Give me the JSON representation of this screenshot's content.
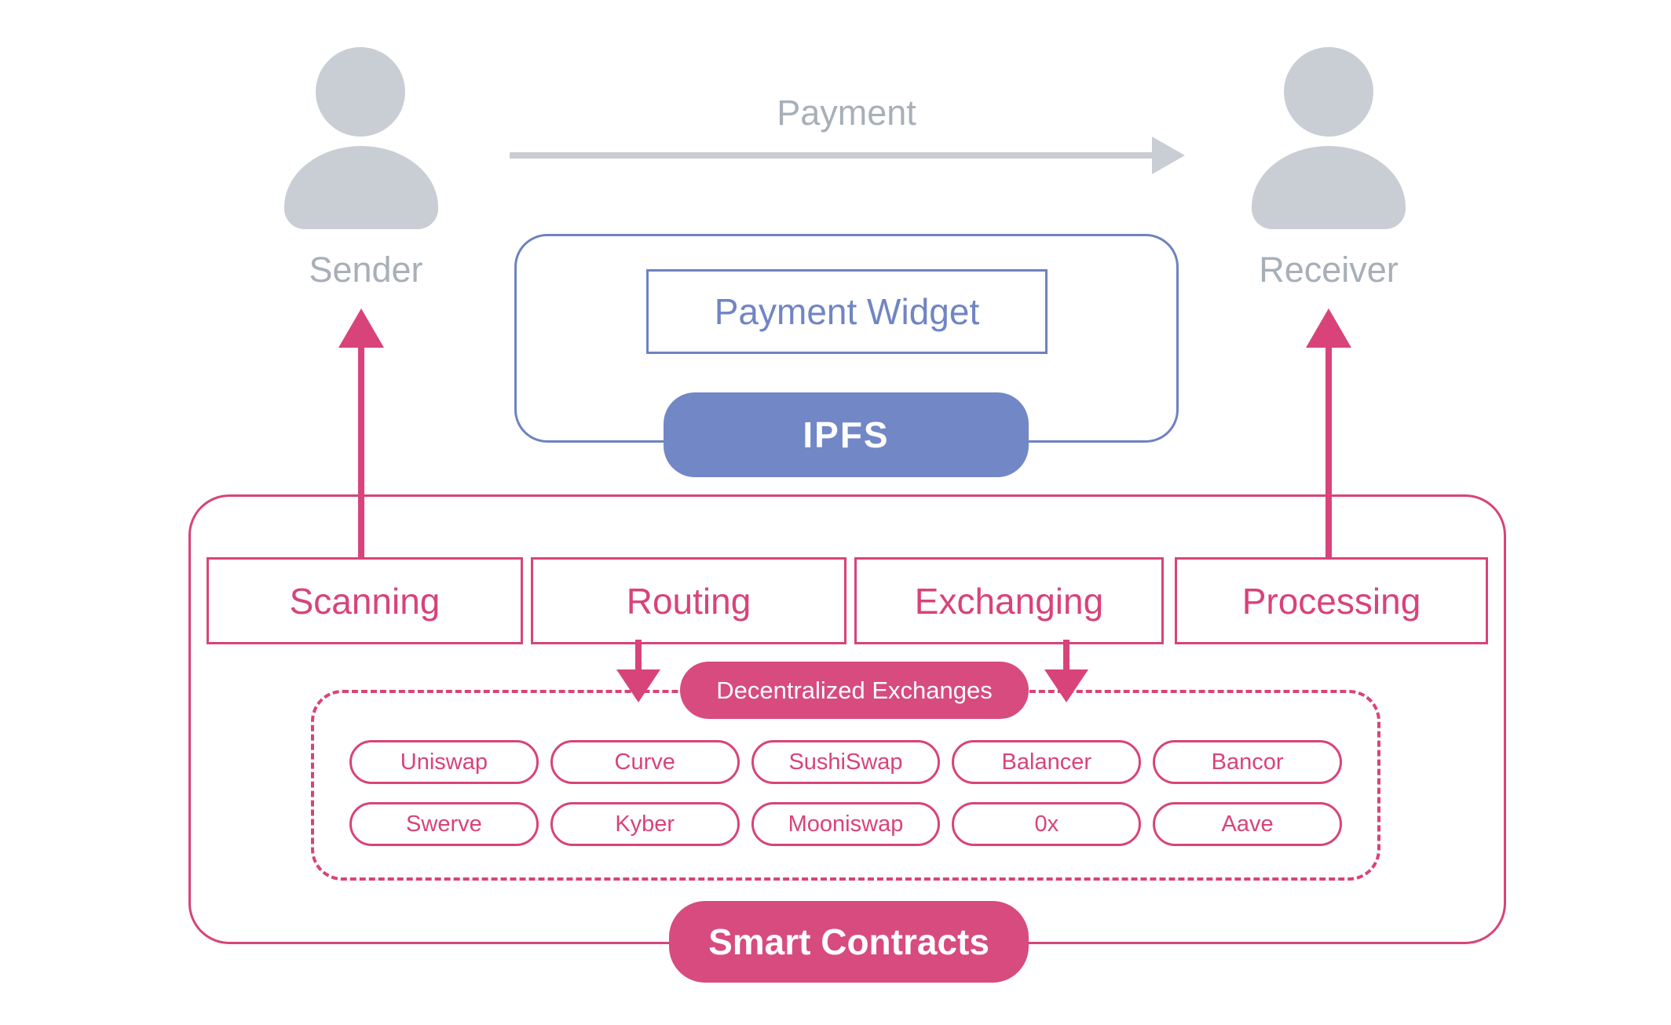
{
  "colors": {
    "gray-icon": "#C9CED4",
    "gray-text": "#A7AFB8",
    "blue-border": "#6D82C0",
    "blue-text": "#7185C3",
    "blue-fill": "#7287C5",
    "pink": "#D8437A",
    "pink-fill": "#D74B7E",
    "white-text": "#FFFFFF"
  },
  "actors": {
    "sender": "Sender",
    "receiver": "Receiver"
  },
  "payment_flow": {
    "label": "Payment"
  },
  "widget": {
    "title": "Payment Widget",
    "storage": "IPFS"
  },
  "process_boxes": [
    {
      "label": "Scanning"
    },
    {
      "label": "Routing"
    },
    {
      "label": "Exchanging"
    },
    {
      "label": "Processing"
    }
  ],
  "dex": {
    "badge": "Decentralized Exchanges",
    "rows": [
      [
        "Uniswap",
        "Curve",
        "SushiSwap",
        "Balancer",
        "Bancor"
      ],
      [
        "Swerve",
        "Kyber",
        "Mooniswap",
        "0x",
        "Aave"
      ]
    ]
  },
  "contracts": {
    "label": "Smart Contracts"
  }
}
